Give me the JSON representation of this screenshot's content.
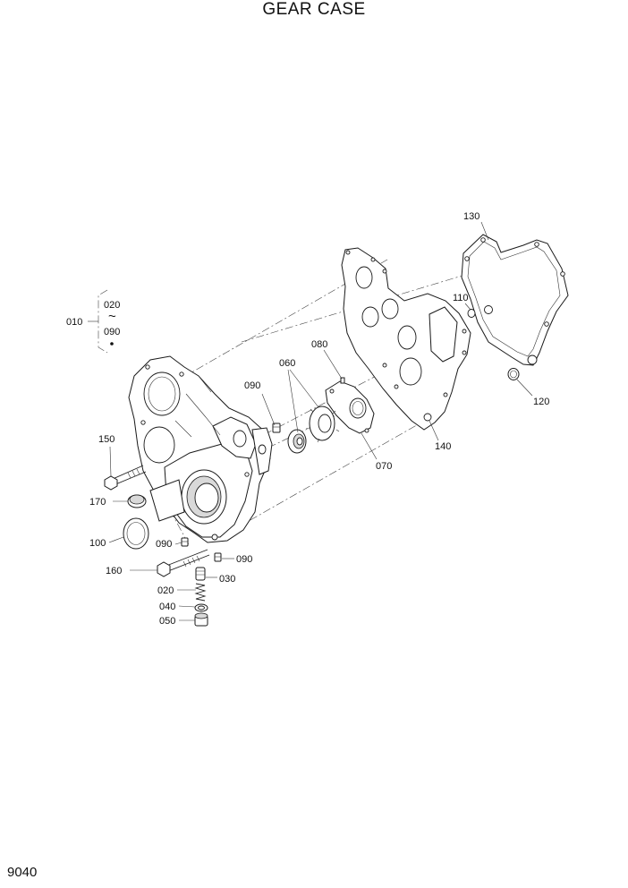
{
  "title": "GEAR CASE",
  "page_number": "9040",
  "group_bracket": {
    "label": "010",
    "range_start": "020",
    "range_symbol": "~",
    "range_end": "090"
  },
  "callouts": {
    "c130": "130",
    "c110": "110",
    "c120": "120",
    "c140": "140",
    "c080": "080",
    "c060": "060",
    "c070": "070",
    "c090_top": "090",
    "c150": "150",
    "c170": "170",
    "c100": "100",
    "c090_left": "090",
    "c090_right": "090",
    "c160": "160",
    "c020": "020",
    "c030": "030",
    "c040": "040",
    "c050": "050"
  }
}
